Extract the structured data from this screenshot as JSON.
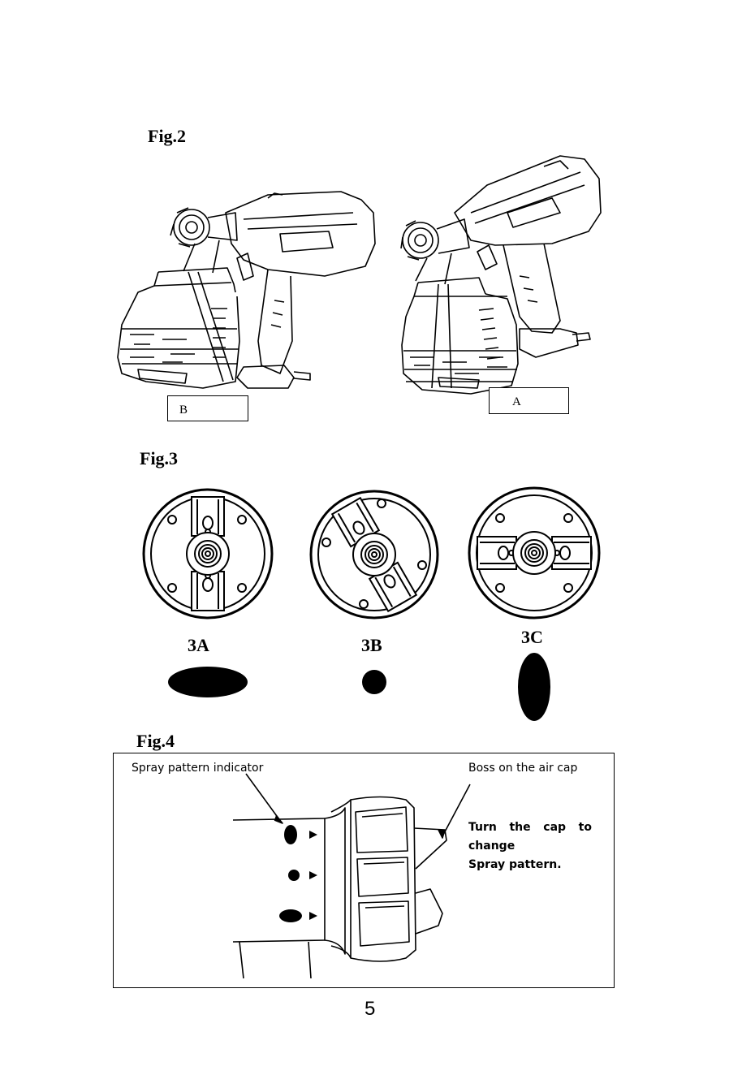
{
  "fig2": {
    "title": "Fig.2",
    "label_left": "B",
    "label_right": "A"
  },
  "fig3": {
    "title": "Fig.3",
    "labels": [
      "3A",
      "3B",
      "3C"
    ]
  },
  "fig4": {
    "title": "Fig.4",
    "indicator_label": "Spray pattern indicator",
    "boss_label": "Boss on the air cap",
    "instruction_line1": "Turn the cap to change",
    "instruction_line2": "Spray pattern."
  },
  "page_number": "5"
}
